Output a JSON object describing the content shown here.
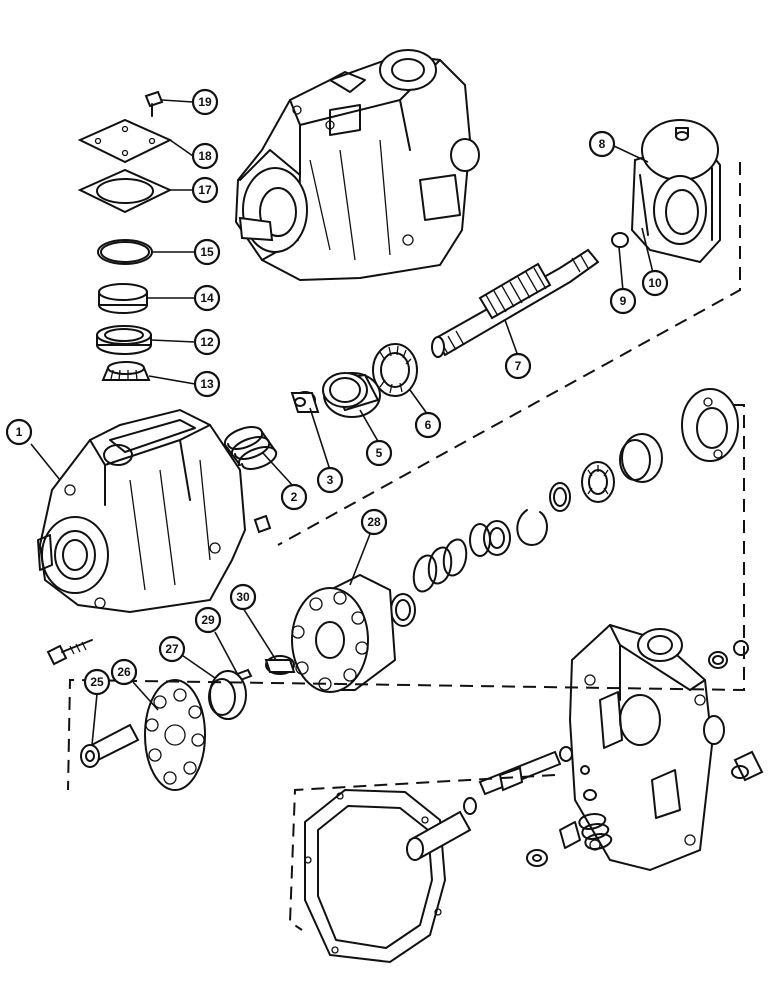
{
  "callouts": [
    {
      "id": "c1",
      "label": "1"
    },
    {
      "id": "c2",
      "label": "2"
    },
    {
      "id": "c3",
      "label": "3"
    },
    {
      "id": "c5",
      "label": "5"
    },
    {
      "id": "c6",
      "label": "6"
    },
    {
      "id": "c7",
      "label": "7"
    },
    {
      "id": "c8",
      "label": "8"
    },
    {
      "id": "c9",
      "label": "9"
    },
    {
      "id": "c10",
      "label": "10"
    },
    {
      "id": "c12",
      "label": "12"
    },
    {
      "id": "c13",
      "label": "13"
    },
    {
      "id": "c14",
      "label": "14"
    },
    {
      "id": "c15",
      "label": "15"
    },
    {
      "id": "c17",
      "label": "17"
    },
    {
      "id": "c18",
      "label": "18"
    },
    {
      "id": "c19",
      "label": "19"
    },
    {
      "id": "c25",
      "label": "25"
    },
    {
      "id": "c26",
      "label": "26"
    },
    {
      "id": "c27",
      "label": "27"
    },
    {
      "id": "c28",
      "label": "28"
    },
    {
      "id": "c29",
      "label": "29"
    },
    {
      "id": "c30",
      "label": "30"
    }
  ]
}
